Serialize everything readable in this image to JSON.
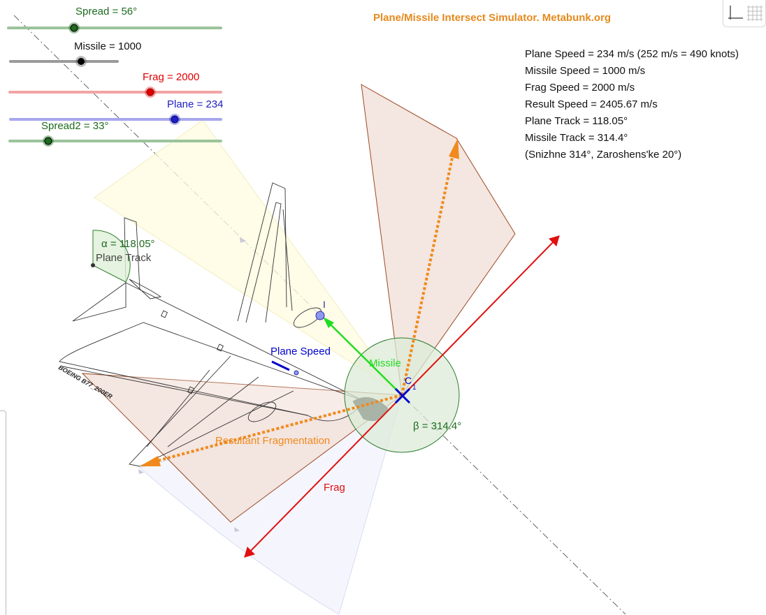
{
  "app_title": "Plane/Missile Intersect Simulator. Metabunk.org",
  "sliders": [
    {
      "id": "spread",
      "label": "Spread = 56°",
      "value": 56,
      "color": "#1e6b1e",
      "track_color": "#9bc49b"
    },
    {
      "id": "missile",
      "label": "Missile = 1000",
      "value": 1000,
      "color": "#000000",
      "track_color": "#9a9a9a"
    },
    {
      "id": "frag",
      "label": "Frag = 2000",
      "value": 2000,
      "color": "#e00000",
      "track_color": "#f2a4a4"
    },
    {
      "id": "plane",
      "label": "Plane = 234",
      "value": 234,
      "color": "#2020c0",
      "track_color": "#a7a7ee"
    },
    {
      "id": "spread2",
      "label": "Spread2 = 33°",
      "value": 33,
      "color": "#1e6b1e",
      "track_color": "#9bc49b"
    }
  ],
  "info": [
    "Plane Speed = 234 m/s (252 m/s = 490 knots)",
    "Missile Speed = 1000 m/s",
    "Frag Speed = 2000 m/s",
    "Result Speed = 2405.67 m/s",
    "Plane Track = 118.05°",
    "Missile Track = 314.4°",
    "(Snizhne 314°, Zaroshens'ke 20°)"
  ],
  "labels": {
    "alpha": "α = 118.05°",
    "plane_track": "Plane Track",
    "beta": "β = 314.4°",
    "plane_speed": "Plane Speed",
    "missile": "Missile",
    "resultant": "Resultant Fragmentation",
    "frag": "Frag",
    "point_i": "I",
    "point_c": "C",
    "point_c_sub": "1",
    "fuselage_text": "BOEING B77_200ER"
  },
  "colors": {
    "orange": "#f08a1c",
    "red": "#e01010",
    "green": "#22dd22",
    "blue": "#0000cc",
    "dark_green": "#1e6b1e",
    "brown": "#9c4a26"
  },
  "toolbar": {
    "graphics_icon": "axes-icon",
    "grid_icon": "grid-icon"
  }
}
